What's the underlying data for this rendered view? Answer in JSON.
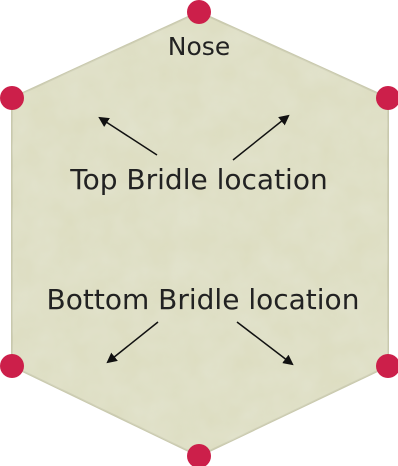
{
  "labels": {
    "nose": "Nose",
    "top_bridle": "Top Bridle location",
    "bottom_bridle": "Bottom Bridle location"
  },
  "colors": {
    "kite_fill": "#dcdcbf",
    "kite_texture": "#cfd0b0",
    "corner_marker": "#cc1f4a",
    "arrow": "#111111",
    "text": "#222222"
  },
  "icons": {
    "corner_marker": "corner-marker-icon",
    "arrow": "arrow-icon"
  }
}
